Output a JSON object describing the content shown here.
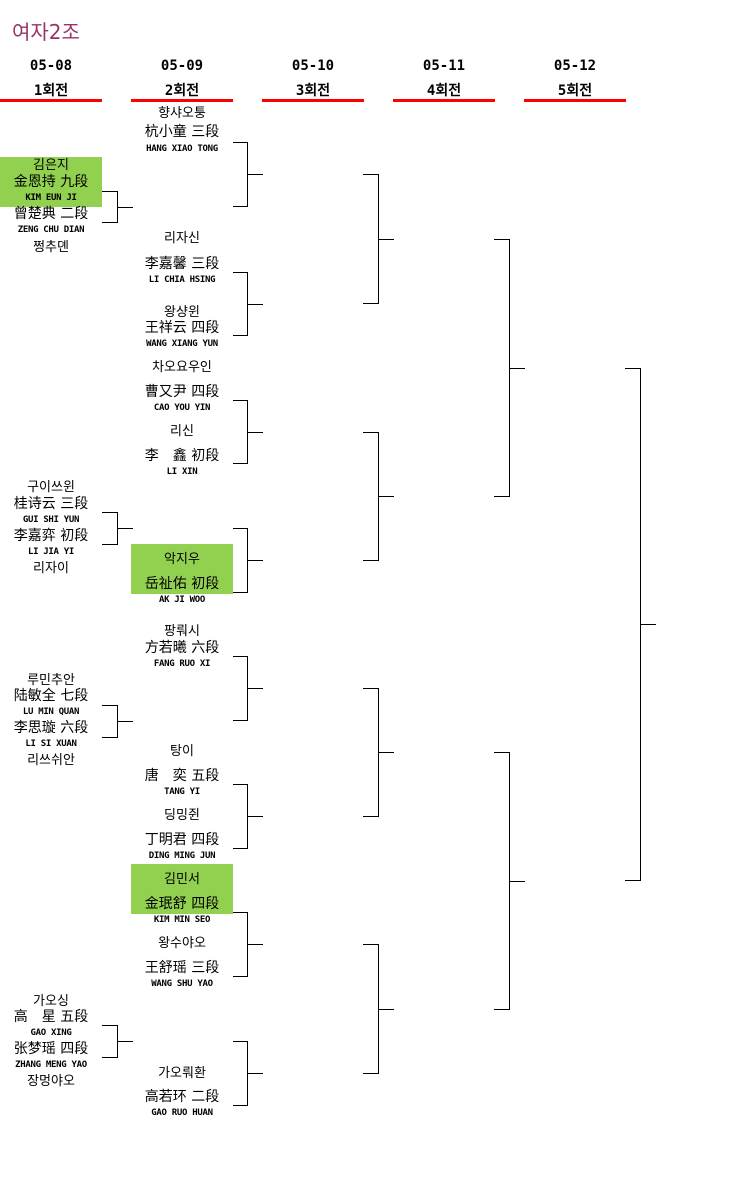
{
  "title": "여자2조",
  "rounds": [
    {
      "date": "05-08",
      "label": "1회전"
    },
    {
      "date": "05-09",
      "label": "2회전"
    },
    {
      "date": "05-10",
      "label": "3회전"
    },
    {
      "date": "05-11",
      "label": "4회전"
    },
    {
      "date": "05-12",
      "label": "5회전"
    }
  ],
  "round1": [
    {
      "ko": "김은지",
      "cn": "金恩持 九段",
      "en": "KIM EUN JI",
      "winner": true
    },
    {
      "cn": "曾楚典 二段",
      "en": "ZENG CHU DIAN",
      "ko": "쩡추뎬"
    },
    {
      "ko": "구이쓰윈",
      "cn": "桂诗云 三段",
      "en": "GUI SHI YUN"
    },
    {
      "cn": "李嘉弈 初段",
      "en": "LI JIA YI",
      "ko": "리자이"
    },
    {
      "ko": "루민추안",
      "cn": "陆敏全 七段",
      "en": "LU MIN QUAN"
    },
    {
      "cn": "李思璇 六段",
      "en": "LI SI XUAN",
      "ko": "리쓰쉬안"
    },
    {
      "ko": "가오싱",
      "cn": "高　星 五段",
      "en": "GAO XING"
    },
    {
      "cn": "张梦瑶 四段",
      "en": "ZHANG MENG YAO",
      "ko": "장멍야오"
    }
  ],
  "round2": [
    {
      "ko": "향샤오퉁",
      "cn": "杭小童 三段",
      "en": "HANG XIAO TONG"
    },
    {
      "ko": "리자신",
      "cn": "李嘉馨 三段",
      "en": "LI CHIA HSING"
    },
    {
      "ko": "왕샹윈",
      "cn": "王祥云 四段",
      "en": "WANG XIANG YUN"
    },
    {
      "ko": "차오요우인",
      "cn": "曹又尹 四段",
      "en": "CAO YOU YIN"
    },
    {
      "ko": "리신",
      "cn": "李　鑫 初段",
      "en": "LI XIN"
    },
    {
      "ko": "악지우",
      "cn": "岳祉佑 初段",
      "en": "AK JI WOO",
      "winner": true
    },
    {
      "ko": "팡뤄시",
      "cn": "方若曦 六段",
      "en": "FANG RUO XI"
    },
    {
      "ko": "탕이",
      "cn": "唐　奕 五段",
      "en": "TANG YI"
    },
    {
      "ko": "딩밍쥔",
      "cn": "丁明君 四段",
      "en": "DING MING JUN"
    },
    {
      "ko": "김민서",
      "cn": "金珉舒 四段",
      "en": "KIM MIN SEO",
      "winner": true
    },
    {
      "ko": "왕수야오",
      "cn": "王舒瑶 三段",
      "en": "WANG SHU YAO"
    },
    {
      "ko": "가오뤄환",
      "cn": "高若环 二段",
      "en": "GAO RUO HUAN"
    }
  ],
  "colors": {
    "title": "#993366",
    "underline": "#ff0000",
    "winner": "#92d050"
  }
}
